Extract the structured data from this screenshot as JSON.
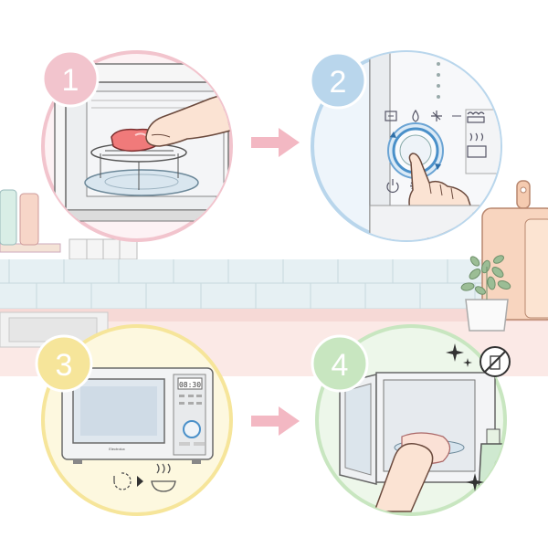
{
  "steps": [
    {
      "number": "1",
      "icons": []
    },
    {
      "number": "2",
      "icons": [
        "weight-icon",
        "water-drop-icon",
        "defrost-icon",
        "grill-icon",
        "steam-icon",
        "power-icon",
        "settings-icon"
      ]
    },
    {
      "number": "3",
      "display": "08:30",
      "brand": "Electrolux",
      "icons": [
        "timer-icon",
        "play-icon",
        "hot-dish-icon"
      ]
    },
    {
      "number": "4",
      "icons": [
        "sparkle-icon",
        "no-spray-icon"
      ]
    }
  ],
  "colors": {
    "step1": "#f2c4cd",
    "step2": "#b9d6ec",
    "step3": "#f6e59a",
    "step4": "#c8e6c0",
    "arrow": "#f3b8c3",
    "counter": "#f6dada",
    "tile": "#e4eef2"
  }
}
